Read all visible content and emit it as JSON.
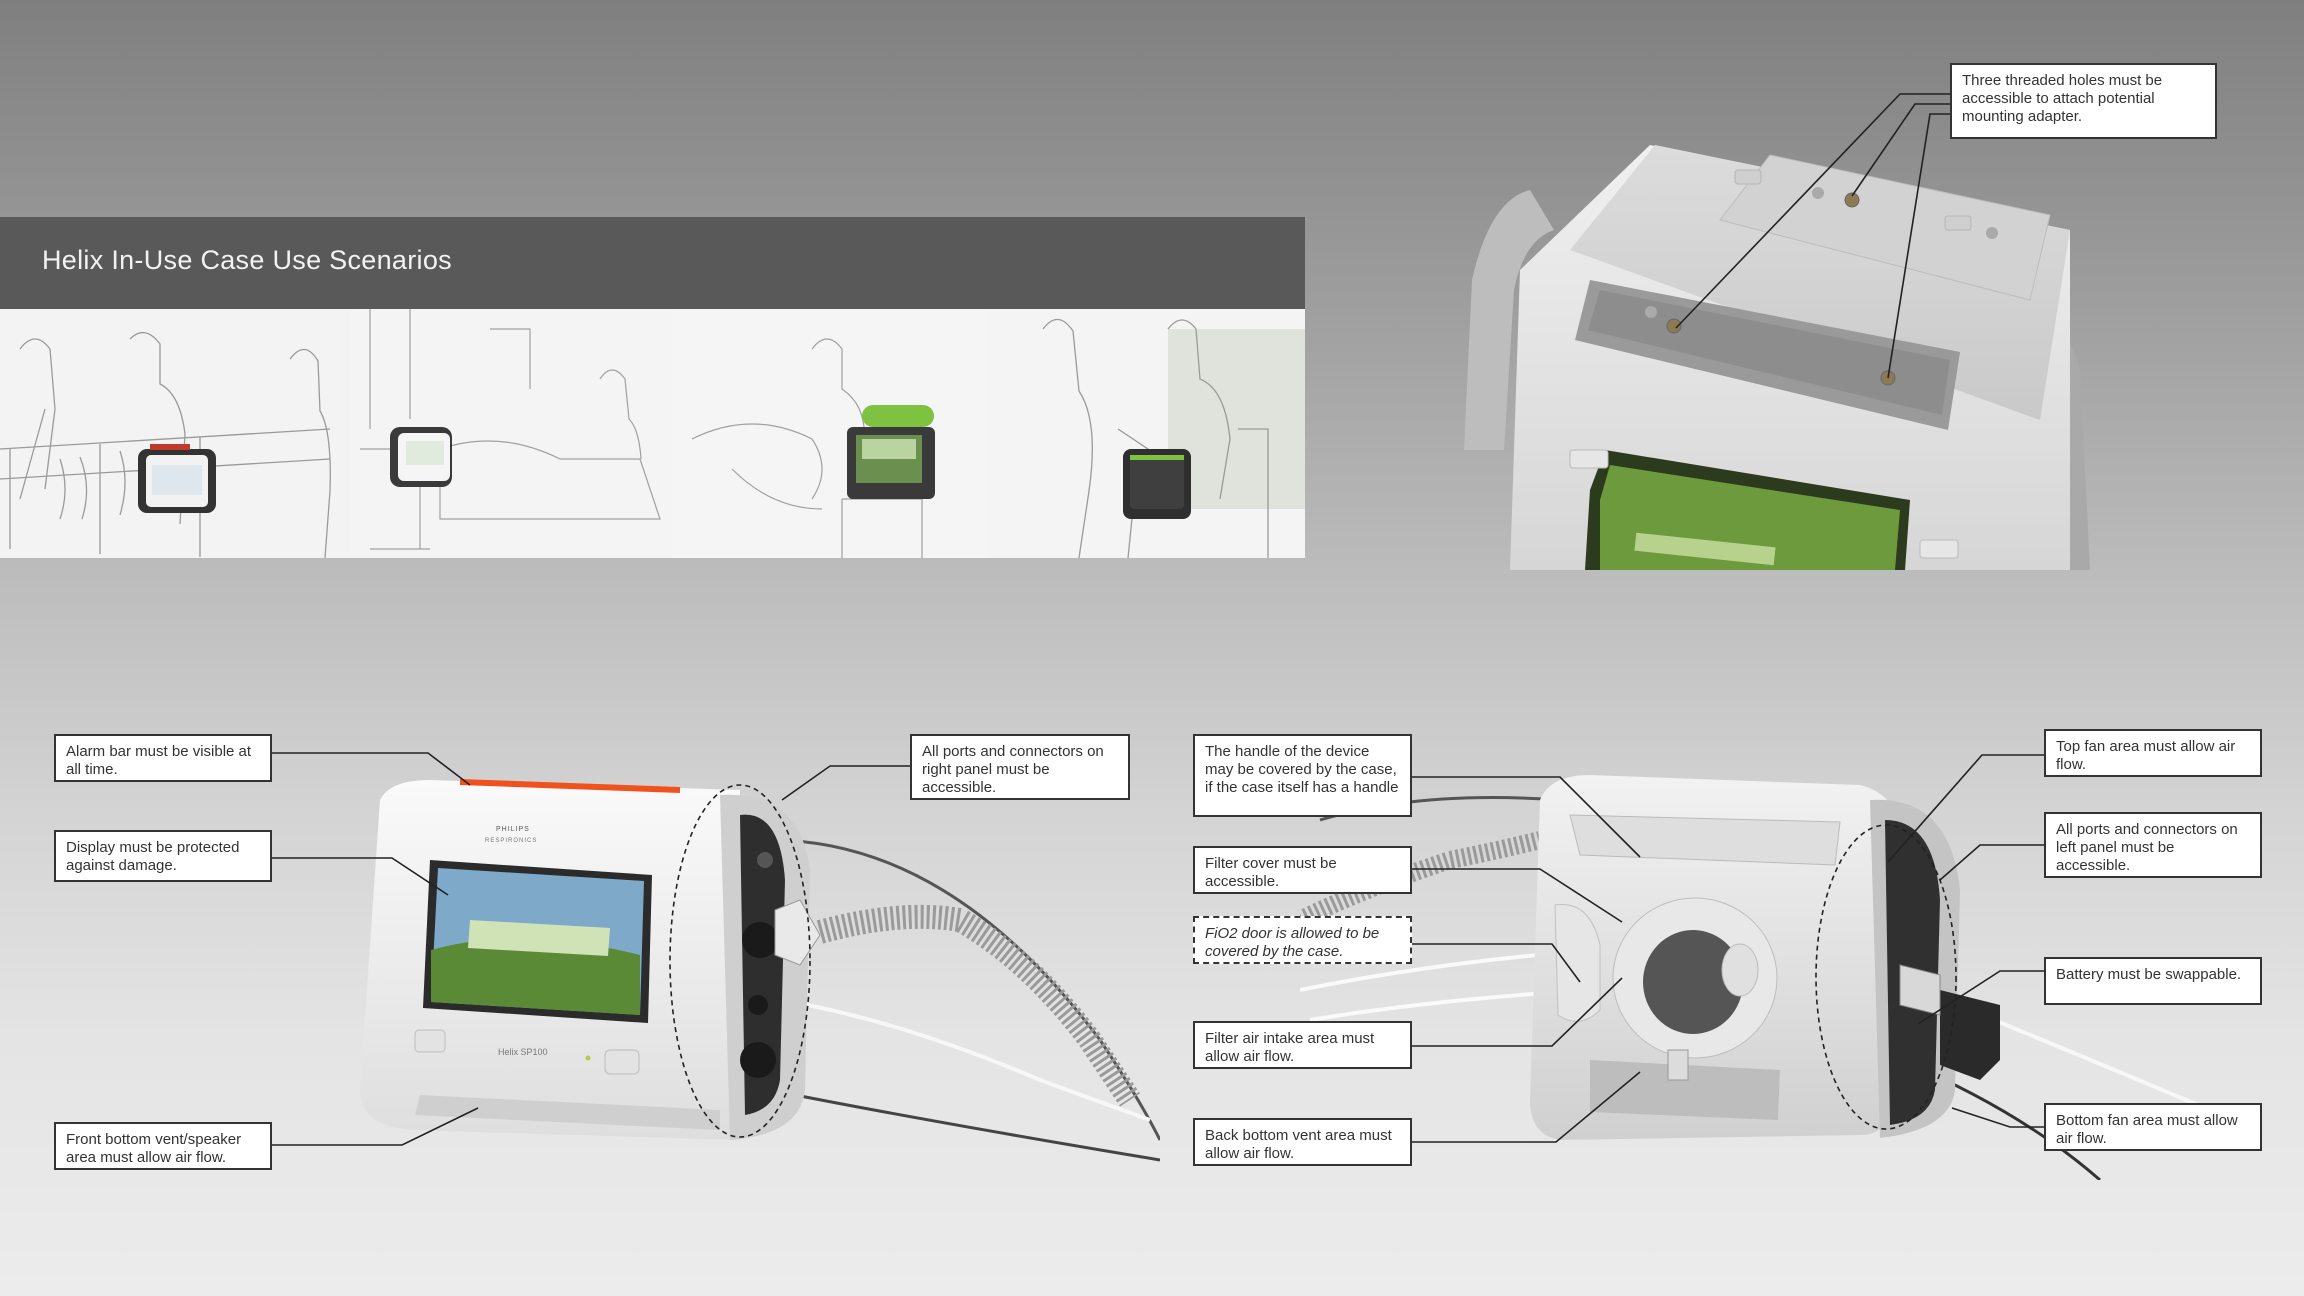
{
  "title": "Helix In-Use Case Use Scenarios",
  "callouts": {
    "threaded_holes": "Three threaded holes must be accessible to attach potential mounting adapter.",
    "alarm_bar": "Alarm bar must be visible at all time.",
    "display": "Display must be protected against damage.",
    "front_vent": "Front bottom vent/speaker area must allow air flow.",
    "right_ports": "All ports and connectors on right panel must be accessible.",
    "handle": "The handle of the device may be covered by the case, if the case itself has a handle",
    "filter_cover": "Filter cover must be accessible.",
    "fio2_door": "FiO2 door is allowed to be covered by the case.",
    "filter_intake": "Filter air intake area must allow air flow.",
    "back_vent": "Back bottom vent area must allow air flow.",
    "top_fan": "Top fan area must allow air flow.",
    "left_ports": "All ports and connectors on left panel must be accessible.",
    "battery": "Battery must be swappable.",
    "bottom_fan": "Bottom fan area must allow air flow."
  },
  "device_labels": {
    "brand": "PHILIPS",
    "sub_brand": "RESPIRONICS",
    "model": "Helix SP100"
  },
  "colors": {
    "alarm_bar": "#f0521e",
    "banner": "#595959",
    "accent_green": "#7fc241"
  }
}
